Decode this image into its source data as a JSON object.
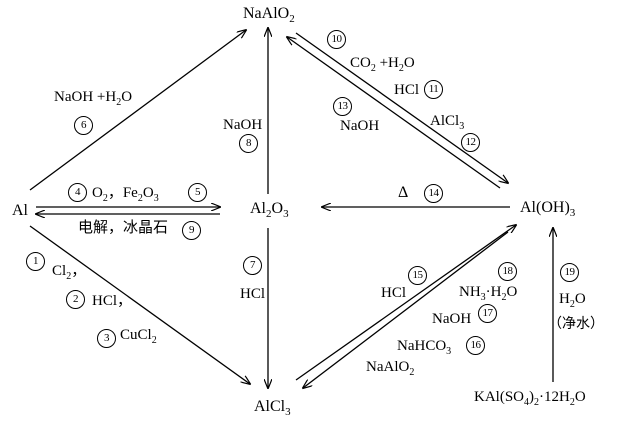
{
  "compounds": {
    "al": "Al",
    "naalo2": "NaAlO2",
    "al2o3": "Al2O3",
    "aloh3": "Al(OH)3",
    "alcl3": "AlCl3",
    "kalum": "KAl(SO4)2·12H2O"
  },
  "reagents": {
    "r1": "Cl2，",
    "r2": "HCl，",
    "r3": "CuCl2",
    "r4_5": "O2，Fe2O3",
    "r6": "NaOH +H2O",
    "r7": "HCl",
    "r8": "NaOH",
    "r9": "电解，冰晶石",
    "r10": "CO2 +H2O",
    "r11": "HCl",
    "r12": "AlCl3",
    "r13": "NaOH",
    "r14": "Δ",
    "r15": "HCl",
    "r16": "NaHCO3",
    "r17": "NaOH",
    "r18": "NH3·H2O",
    "r19a": "H2O",
    "r19b": "（净水）"
  },
  "numbers": {
    "n1": "1",
    "n2": "2",
    "n3": "3",
    "n4": "4",
    "n5": "5",
    "n6": "6",
    "n7": "7",
    "n8": "8",
    "n9": "9",
    "n10": "10",
    "n11": "11",
    "n12": "12",
    "n13": "13",
    "n14": "14",
    "n15": "15",
    "n16": "16",
    "n17": "17",
    "n18": "18",
    "n19": "19"
  }
}
